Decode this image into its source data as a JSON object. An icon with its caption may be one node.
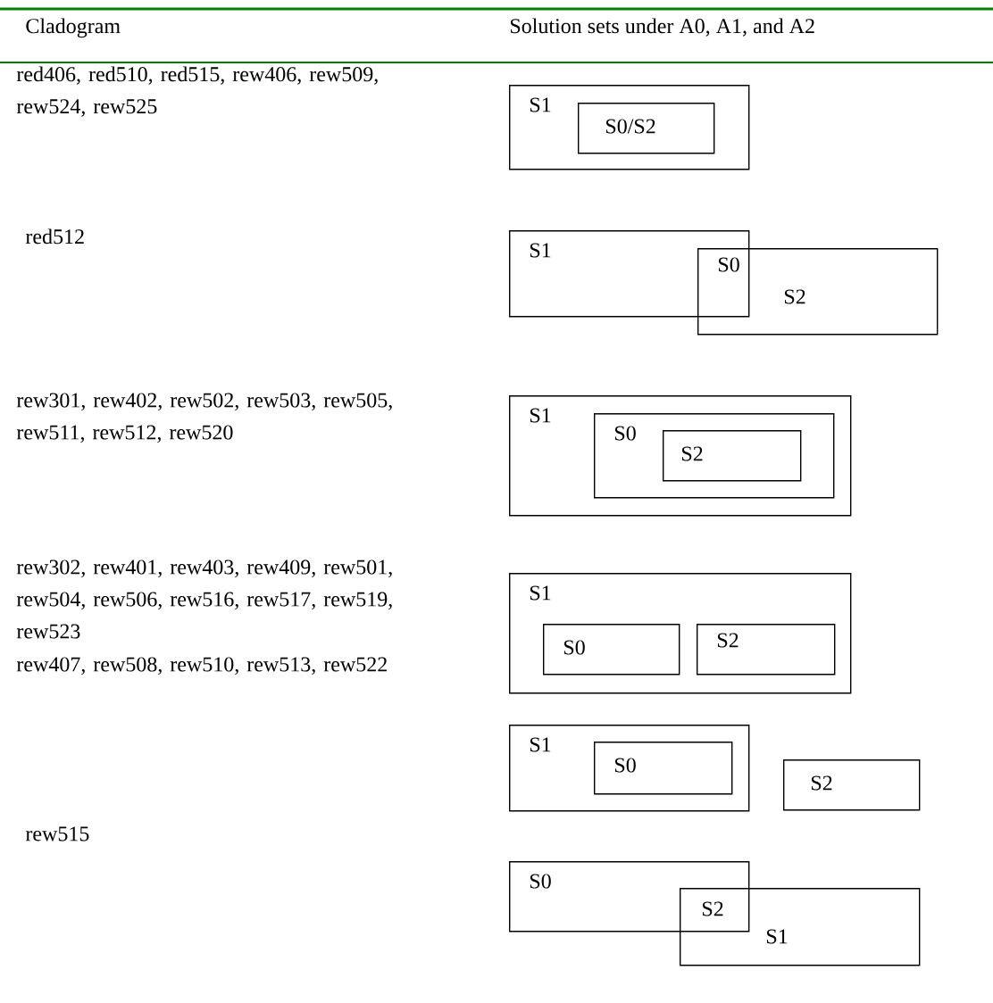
{
  "diagram": {
    "nodes": [
      {
        "text": [
          "S1"
        ]
      },
      {
        "text": [
          "S0/S2"
        ],
        "in": 0
      },
      {
        "text": [
          "S1"
        ]
      },
      {
        "text": [
          "S2"
        ]
      },
      {
        "text": [
          "S1"
        ]
      },
      {
        "text": [
          "S0"
        ],
        "in": 4
      },
      {
        "text": [
          "S2"
        ],
        "in": 5
      },
      {
        "text": [
          "S1"
        ]
      },
      {
        "text": [
          "S0"
        ],
        "in": 7
      },
      {
        "text": [
          "S2"
        ],
        "in": 7
      },
      {
        "text": [
          "S1"
        ]
      },
      {
        "text": [
          "S0"
        ],
        "in": 10
      },
      {
        "text": [
          "S2"
        ]
      },
      {
        "text": [
          "S0"
        ]
      },
      {
        "text": [
          "S1"
        ]
      }
    ],
    "labels": [
      "Cladogram",
      "Solution sets under A0, A1, and A2",
      "red406, red510, red515, rew406, rew509, rew524, rew525",
      "red512",
      "S0",
      "rew301, rew402, rew502, rew503, rew505, rew511, rew512, rew520",
      "rew302, rew401, rew403, rew409, rew501, rew504, rew506, rew516, rew517, rew519, rew523",
      "rew407, rew508, rew510, rew513, rew522",
      "rew515",
      "S2"
    ]
  }
}
